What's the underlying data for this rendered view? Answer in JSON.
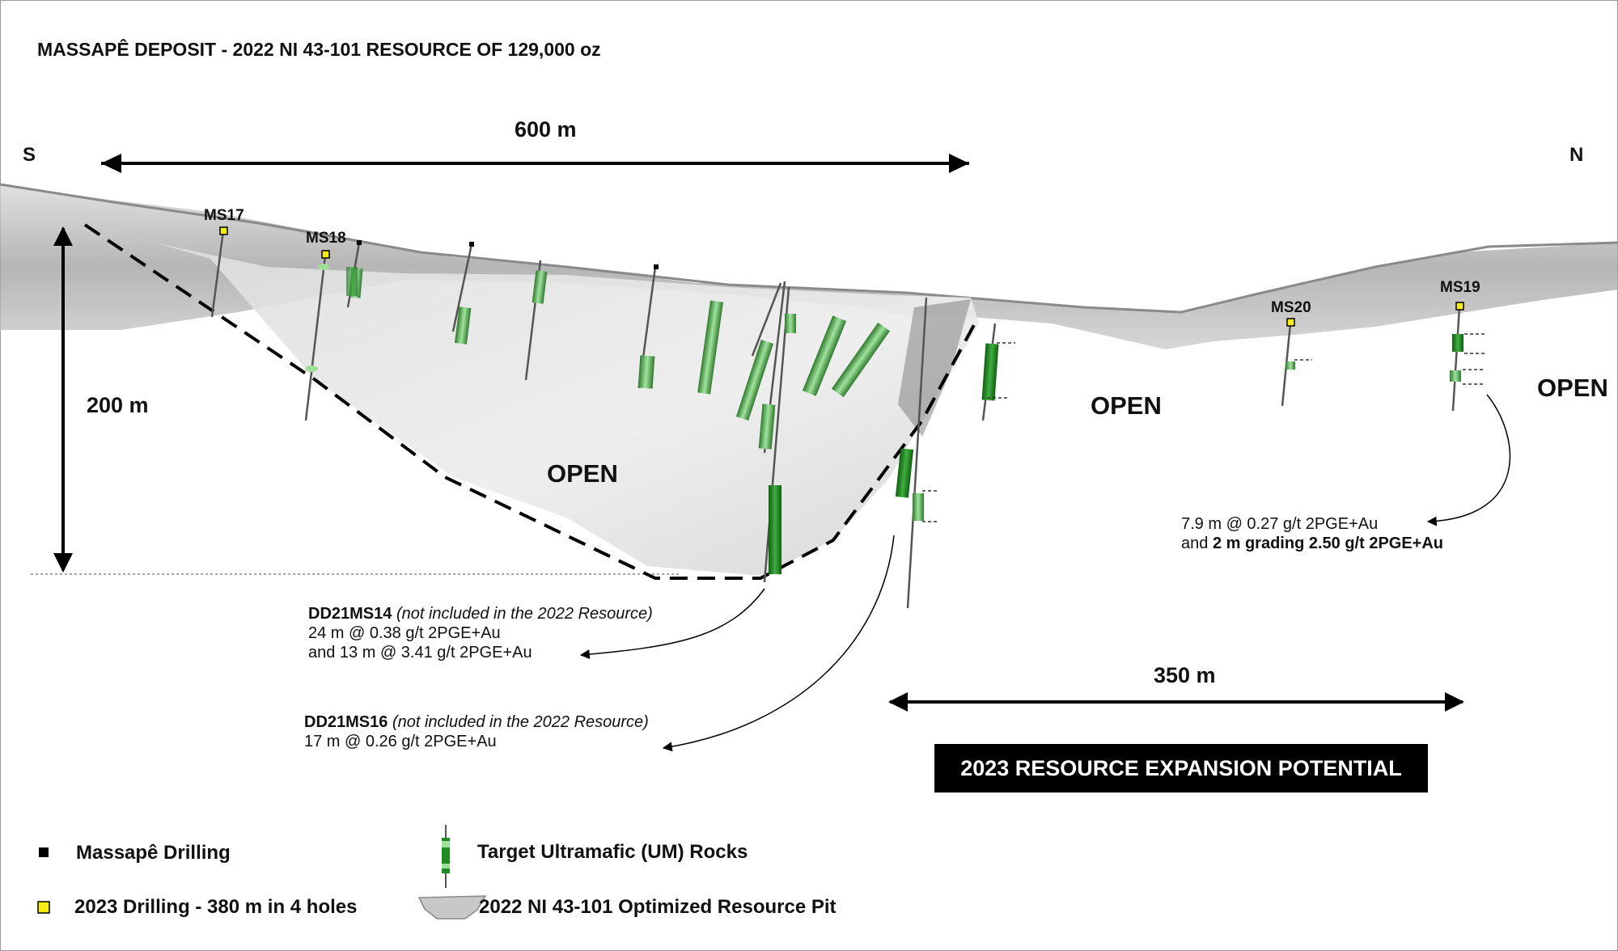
{
  "title": "MASSAPÊ DEPOSIT - 2022 NI 43-101 RESOURCE OF 129,000 oz",
  "directions": {
    "south": "S",
    "north": "N"
  },
  "dimensions": {
    "width_top": "600 m",
    "depth": "200 m",
    "expansion_width": "350 m"
  },
  "open_labels": [
    "OPEN",
    "OPEN",
    "OPEN"
  ],
  "drill_holes_2023": [
    "MS17",
    "MS18",
    "MS20",
    "MS19"
  ],
  "annotations": {
    "ms14": {
      "hole": "DD21MS14",
      "note": "(not included in the 2022 Resource)",
      "line1": "24 m @ 0.38 g/t 2PGE+Au",
      "line2": "and 13 m @ 3.41 g/t 2PGE+Au"
    },
    "ms16": {
      "hole": "DD21MS16",
      "note": "(not included in the 2022 Resource)",
      "line1": "17 m @ 0.26 g/t 2PGE+Au"
    },
    "ms19": {
      "line1": "7.9 m @ 0.27 g/t 2PGE+Au",
      "line2_prefix": "and ",
      "line2_bold": "2 m grading 2.50 g/t 2PGE+Au"
    }
  },
  "banner": "2023 RESOURCE EXPANSION POTENTIAL",
  "legend": {
    "massape_drilling": "Massapê Drilling",
    "drilling_2023": "2023 Drilling - 380 m in 4 holes",
    "target_um": "Target Ultramafic (UM) Rocks",
    "resource_pit": "2022 NI 43-101 Optimized Resource Pit"
  },
  "colors": {
    "yellow_marker": "#f5ee10",
    "green_dark": "#1e8c1e",
    "green_light": "#9ee09a",
    "surface_grey": "#b9b9b9"
  }
}
